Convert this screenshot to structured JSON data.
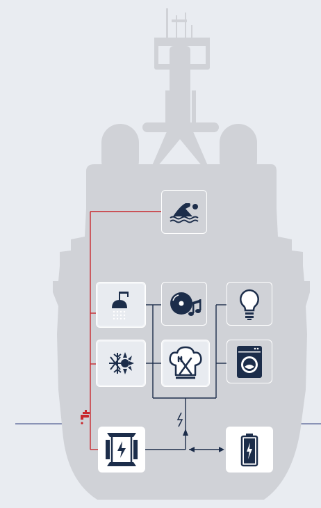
{
  "colors": {
    "background": "#e9ecf1",
    "ship_silhouette": "#d0d2d7",
    "line_navy": "#1c2d4a",
    "line_red": "#c8282d",
    "tile_border": "#ffffff"
  },
  "diagram": {
    "systems": [
      {
        "name": "swimming-pool",
        "icon": "swimmer-icon"
      },
      {
        "name": "shower",
        "icon": "shower-icon"
      },
      {
        "name": "entertainment",
        "icon": "music-disc-icon"
      },
      {
        "name": "lighting",
        "icon": "light-bulb-icon"
      },
      {
        "name": "air-conditioning",
        "icon": "snowflake-sun-icon"
      },
      {
        "name": "galley",
        "icon": "chef-hat-icon"
      },
      {
        "name": "laundry",
        "icon": "washing-machine-icon"
      },
      {
        "name": "generator",
        "icon": "generator-icon"
      },
      {
        "name": "battery",
        "icon": "battery-icon"
      }
    ],
    "water_source_icon": "water-tap-icon",
    "power_flow_icon": "lightning-icon"
  }
}
